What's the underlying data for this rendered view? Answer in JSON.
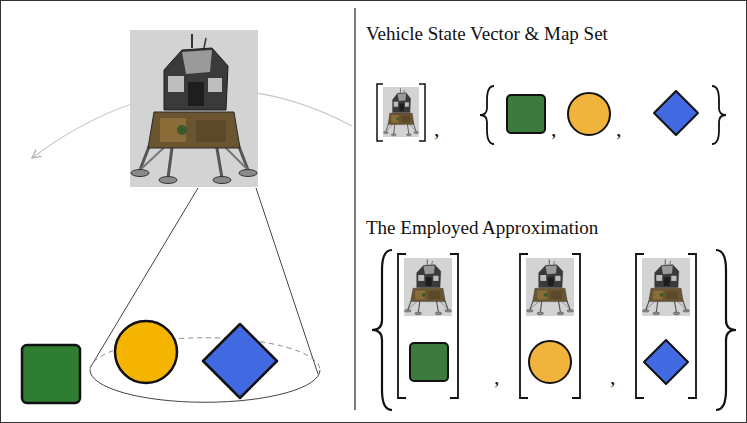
{
  "diagram": {
    "labels": [
      "Vehicle State Vector & Map Set",
      ",",
      ",",
      ",",
      "The Employed Approximation",
      ",",
      ","
    ]
  }
}
